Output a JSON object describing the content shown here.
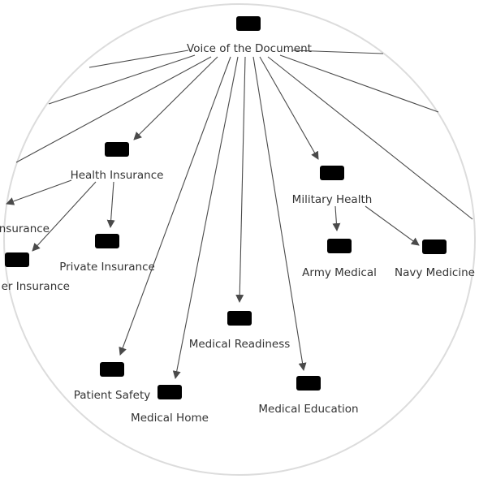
{
  "diagram": {
    "nodes": [
      {
        "id": "root",
        "label": "Voice of the Document",
        "icon": "tag-icon"
      },
      {
        "id": "health",
        "label": "Health Insurance",
        "icon": "tag-icon"
      },
      {
        "id": "insurance",
        "label": "nsurance",
        "icon": "tag-icon"
      },
      {
        "id": "other-insurance",
        "label": "er Insurance",
        "icon": "tag-icon"
      },
      {
        "id": "private",
        "label": "Private Insurance",
        "icon": "tag-icon"
      },
      {
        "id": "military",
        "label": "Military Health",
        "icon": "tag-icon"
      },
      {
        "id": "army",
        "label": "Army Medical",
        "icon": "tag-icon"
      },
      {
        "id": "navy",
        "label": "Navy Medicine",
        "icon": "tag-icon"
      },
      {
        "id": "readiness",
        "label": "Medical Readiness",
        "icon": "tag-icon"
      },
      {
        "id": "patient-safety",
        "label": "Patient Safety",
        "icon": "tag-icon"
      },
      {
        "id": "medical-home",
        "label": "Medical Home",
        "icon": "tag-icon"
      },
      {
        "id": "education",
        "label": "Medical Education",
        "icon": "tag-icon"
      }
    ],
    "edges": [
      {
        "from": "root",
        "to": "health"
      },
      {
        "from": "root",
        "to": "military"
      },
      {
        "from": "root",
        "to": "readiness"
      },
      {
        "from": "root",
        "to": "patient-safety"
      },
      {
        "from": "root",
        "to": "medical-home"
      },
      {
        "from": "root",
        "to": "education"
      },
      {
        "from": "health",
        "to": "insurance"
      },
      {
        "from": "health",
        "to": "other-insurance"
      },
      {
        "from": "health",
        "to": "private"
      },
      {
        "from": "military",
        "to": "army"
      },
      {
        "from": "military",
        "to": "navy"
      }
    ],
    "colors": {
      "edge": "#4a4a4a",
      "icon": "#6e6e6e",
      "text": "#333333",
      "lens_border": "#dcdcdc"
    }
  }
}
